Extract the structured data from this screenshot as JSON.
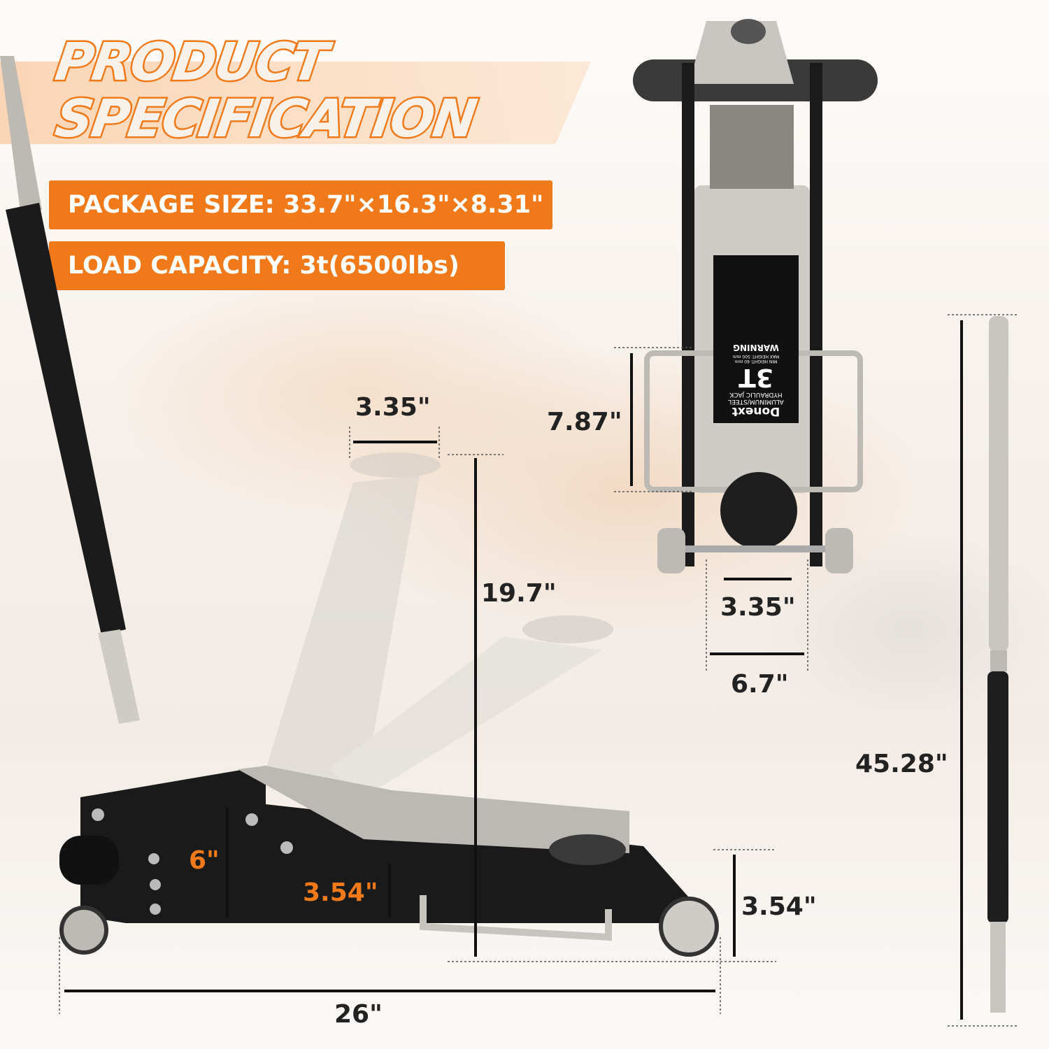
{
  "header": {
    "title_line1": "PRODUCT",
    "title_line2": "SPECIFICATION"
  },
  "specs": {
    "package_size": "PACKAGE SIZE: 33.7\"×16.3\"×8.31\"",
    "load_capacity": "LOAD CAPACITY: 3t(6500lbs)"
  },
  "dimensions": {
    "saddle_width_side": "3.35\"",
    "max_height": "19.7\"",
    "frame_height": "6\"",
    "min_height_inner": "3.54\"",
    "min_height": "3.54\"",
    "length": "26\"",
    "top_view_length": "7.87\"",
    "saddle_width_top": "3.35\"",
    "width": "6.7\"",
    "handle_length": "45.28\""
  },
  "jack_label": {
    "brand": "Donext",
    "type_line1": "ALUMINUM/STEEL",
    "type_line2": "HYDRAULIC JACK",
    "capacity": "3T",
    "min_height": "MIN HEIGHT: 60 mm",
    "max_height": "MAX HEIGHT: 500 mm",
    "warning": "WARNING"
  },
  "colors": {
    "accent": "#f07a1a",
    "frame": "#1a1a1a",
    "aluminum": "#c9c6c1"
  }
}
